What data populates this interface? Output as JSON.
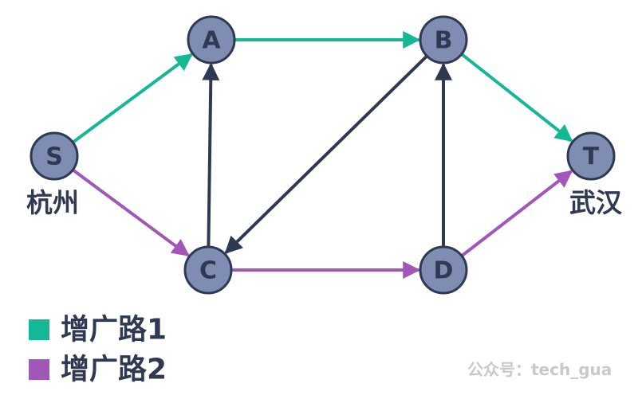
{
  "colors": {
    "path1": "#14b894",
    "path2": "#a057b8",
    "edge": "#2f3a52",
    "node_fill": "#7f8db3",
    "node_stroke": "#2f3a52"
  },
  "nodes": [
    {
      "id": "S",
      "label": "S"
    },
    {
      "id": "A",
      "label": "A"
    },
    {
      "id": "B",
      "label": "B"
    },
    {
      "id": "C",
      "label": "C"
    },
    {
      "id": "D",
      "label": "D"
    },
    {
      "id": "T",
      "label": "T"
    }
  ],
  "edges": [
    {
      "from": "S",
      "to": "A",
      "type": "path1"
    },
    {
      "from": "A",
      "to": "B",
      "type": "path1"
    },
    {
      "from": "B",
      "to": "T",
      "type": "path1"
    },
    {
      "from": "S",
      "to": "C",
      "type": "path2"
    },
    {
      "from": "C",
      "to": "D",
      "type": "path2"
    },
    {
      "from": "D",
      "to": "T",
      "type": "path2"
    },
    {
      "from": "C",
      "to": "A",
      "type": "edge"
    },
    {
      "from": "B",
      "to": "C",
      "type": "edge"
    },
    {
      "from": "D",
      "to": "B",
      "type": "edge"
    }
  ],
  "source_city": "杭州",
  "sink_city": "武汉",
  "legend": [
    {
      "label": "增广路1",
      "color": "path1"
    },
    {
      "label": "增广路2",
      "color": "path2"
    }
  ],
  "watermark": "公众号：tech_gua"
}
